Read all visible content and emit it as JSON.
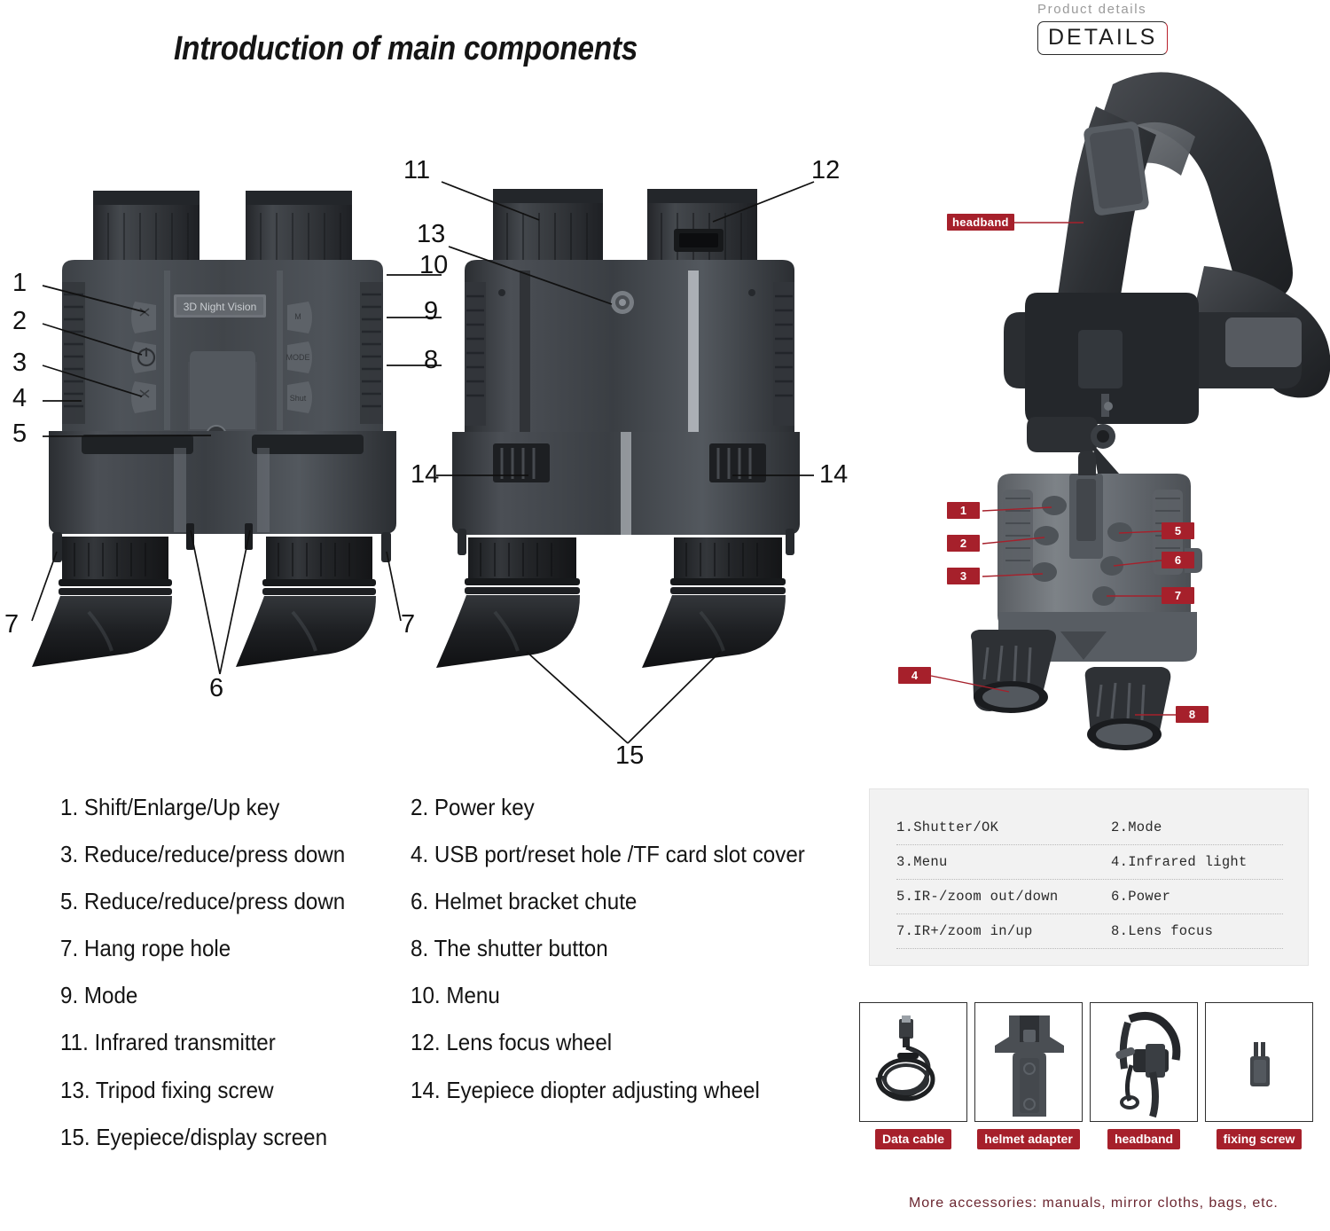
{
  "main": {
    "title": "Introduction of main components",
    "device_brand_plate": "3D Night Vision",
    "diagram_callouts_left": [
      "1",
      "2",
      "3",
      "4",
      "5",
      "6",
      "7"
    ],
    "diagram_callouts_middle": [
      "8",
      "9",
      "10",
      "11",
      "12",
      "13",
      "14",
      "15"
    ]
  },
  "legend": {
    "items": [
      {
        "n": "1.",
        "text": "Shift/Enlarge/Up key"
      },
      {
        "n": "2.",
        "text": "Power key"
      },
      {
        "n": "3.",
        "text": "Reduce/reduce/press down"
      },
      {
        "n": "4.",
        "text": "USB port/reset hole /TF card slot cover"
      },
      {
        "n": "5.",
        "text": "Reduce/reduce/press down"
      },
      {
        "n": "6.",
        "text": "Helmet bracket chute"
      },
      {
        "n": "7.",
        "text": "Hang rope hole"
      },
      {
        "n": "8.",
        "text": "The shutter button"
      },
      {
        "n": "9.",
        "text": "Mode"
      },
      {
        "n": "10.",
        "text": "Menu"
      },
      {
        "n": "11.",
        "text": "Infrared transmitter"
      },
      {
        "n": "12.",
        "text": "Lens focus wheel"
      },
      {
        "n": "13.",
        "text": "Tripod fixing screw"
      },
      {
        "n": "14.",
        "text": "Eyepiece diopter adjusting wheel"
      },
      {
        "n": "15.",
        "text": "Eyepiece/display screen"
      }
    ],
    "rows": [
      [
        "1. Shift/Enlarge/Up key",
        "2. Power key"
      ],
      [
        "3. Reduce/reduce/press down",
        "4. USB port/reset hole /TF card slot cover"
      ],
      [
        "5. Reduce/reduce/press down",
        "6. Helmet bracket chute"
      ],
      [
        "7. Hang rope hole",
        "8. The shutter button"
      ],
      [
        "9. Mode",
        "10. Menu"
      ],
      [
        "11. Infrared transmitter",
        "12. Lens focus wheel"
      ],
      [
        "13. Tripod fixing screw",
        "14. Eyepiece diopter adjusting wheel"
      ],
      [
        "15. Eyepiece/display screen",
        ""
      ]
    ]
  },
  "details_header": {
    "kicker": "Product details",
    "badge": "DETAILS"
  },
  "photo_callouts": {
    "headband_label": "headband",
    "numbers": [
      "1",
      "2",
      "3",
      "4",
      "5",
      "6",
      "7",
      "8"
    ]
  },
  "function_table": {
    "rows": [
      {
        "left": "1.Shutter/OK",
        "right": "2.Mode"
      },
      {
        "left": "3.Menu",
        "right": "4.Infrared light"
      },
      {
        "left": "5.IR-/zoom out/down",
        "right": "6.Power"
      },
      {
        "left": "7.IR+/zoom in/up",
        "right": "8.Lens focus"
      }
    ]
  },
  "accessories": {
    "items": [
      {
        "label": "Data cable",
        "icon": "usb-cable-icon"
      },
      {
        "label": "helmet adapter",
        "icon": "helmet-adapter-icon"
      },
      {
        "label": "headband",
        "icon": "headband-icon"
      },
      {
        "label": "fixing screw",
        "icon": "fixing-screw-icon"
      }
    ],
    "caption": "More accessories: manuals, mirror cloths, bags, etc."
  },
  "colors": {
    "badge_red": "#a6202b",
    "caption_red": "#6b2630",
    "panel_bg": "#f2f2f2",
    "device_dark": "#2f3236",
    "device_mid": "#45494e"
  }
}
